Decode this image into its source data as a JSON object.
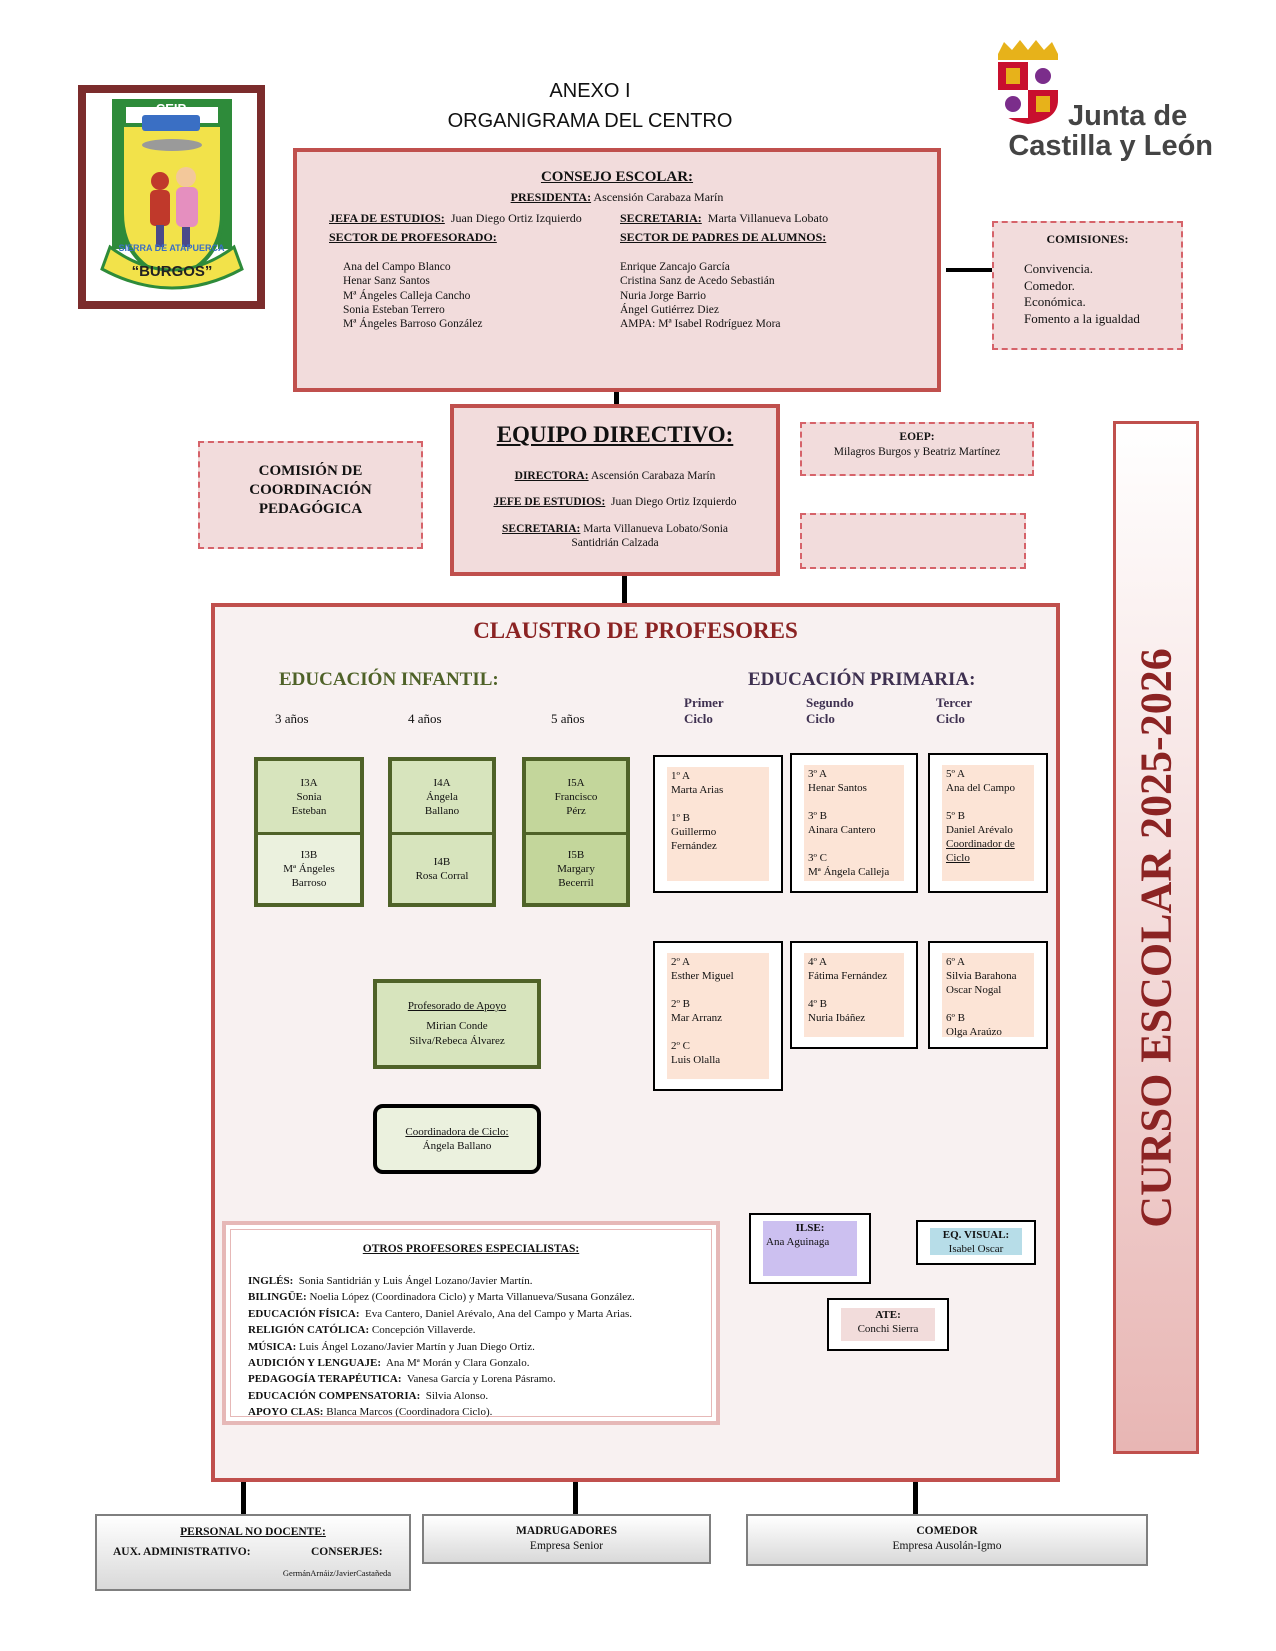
{
  "header": {
    "title_line1": "ANEXO I",
    "title_line2": "ORGANIGRAMA DEL CENTRO"
  },
  "logo_school": {
    "top": "CEIP",
    "arc": "SIERRA DE ATAPUERCA",
    "city": "“BURGOS”"
  },
  "logo_junta": {
    "line1": "Junta de",
    "line2": "Castilla y León"
  },
  "consejo": {
    "title": "CONSEJO ESCOLAR:",
    "presidenta_label": "PRESIDENTA:",
    "presidenta": "Ascensión Carabaza Marín",
    "jefa_label": "JEFA DE ESTUDIOS:",
    "jefa": "Juan Diego Ortiz Izquierdo",
    "secretaria_label": "SECRETARIA:",
    "secretaria": "Marta Villanueva Lobato",
    "prof_label": "SECTOR DE PROFESORADO:",
    "padres_label": "SECTOR DE PADRES DE ALUMNOS:",
    "profesorado": [
      "Ana del Campo Blanco",
      "Henar Sanz Santos",
      "Mª Ángeles Calleja Cancho",
      "Sonia Esteban Terrero",
      "Mª Ángeles Barroso González"
    ],
    "padres": [
      "Enrique Zancajo García",
      "Cristina Sanz de Acedo Sebastián",
      "Nuria Jorge Barrio",
      "Ángel Gutiérrez Diez",
      "AMPA: Mª Isabel Rodríguez Mora"
    ]
  },
  "comisiones": {
    "title": "COMISIONES:",
    "items": [
      "Convivencia.",
      "Comedor.",
      "Económica.",
      "Fomento a la igualdad"
    ]
  },
  "ccp": {
    "line1": "COMISIÓN DE",
    "line2": "COORDINACIÓN",
    "line3": "PEDAGÓGICA"
  },
  "equipo": {
    "title": "EQUIPO DIRECTIVO:",
    "directora_label": "DIRECTORA:",
    "directora": "Ascensión Carabaza Marín",
    "jefe_label": "JEFE DE ESTUDIOS:",
    "jefe": "Juan Diego Ortiz Izquierdo",
    "secretaria_label": "SECRETARIA:",
    "secretaria_line1": "Marta Villanueva Lobato/Sonia",
    "secretaria_line2": "Santidrián Calzada"
  },
  "eoep": {
    "title": "EOEP:",
    "names": "Milagros Burgos y Beatriz Martínez"
  },
  "side_banner": "CURSO ESCOLAR 2025-2026",
  "claustro": {
    "title": "CLAUSTRO DE PROFESORES",
    "infantil_title": "EDUCACIÓN INFANTIL:",
    "primaria_title": "EDUCACIÓN PRIMARIA:",
    "age_labels": [
      "3 años",
      "4 años",
      "5 años"
    ],
    "ciclos": [
      {
        "line1": "Primer",
        "line2": "Ciclo"
      },
      {
        "line1": "Segundo",
        "line2": "Ciclo"
      },
      {
        "line1": "Tercer",
        "line2": "Ciclo"
      }
    ],
    "infantil": [
      {
        "top": [
          "I3A",
          "Sonia",
          "Esteban"
        ],
        "bottom": [
          "I3B",
          "Mª Ángeles",
          "Barroso"
        ]
      },
      {
        "top": [
          "I4A",
          "Ángela",
          "Ballano"
        ],
        "bottom": [
          "I4B",
          "Rosa Corral"
        ]
      },
      {
        "top": [
          "I5A",
          "Francisco",
          "Pérz"
        ],
        "bottom": [
          "I5B",
          "Margary",
          "Becerril"
        ]
      }
    ],
    "apoyo": {
      "title": "Profesorado de Apoyo",
      "line1": "Mirian Conde",
      "line2": "Silva/Rebeca Álvarez"
    },
    "coord_infantil": {
      "title": "Coordinadora de Ciclo:",
      "name": "Ángela Ballano"
    },
    "primaria": {
      "c1a": [
        [
          "1º A",
          "Marta Arias"
        ],
        [
          "1º B",
          "Guillermo",
          "Fernández"
        ]
      ],
      "c2a": [
        [
          "3º A",
          "Henar Santos"
        ],
        [
          "3º B",
          "Ainara Cantero"
        ],
        [
          "3º C",
          "Mª Ángela Calleja"
        ]
      ],
      "c3a": [
        [
          "5º A",
          "Ana del Campo"
        ],
        [
          "5º B",
          "Daniel Arévalo"
        ]
      ],
      "c3a_coord": [
        "Coordinador de",
        "Ciclo"
      ],
      "c1b": [
        [
          "2º A",
          "Esther Miguel"
        ],
        [
          "2º B",
          "Mar Arranz"
        ],
        [
          "2º C",
          "Luis Olalla"
        ]
      ],
      "c2b": [
        [
          "4º A",
          "Fátima Fernández"
        ],
        [
          "4º B",
          "Nuria Ibáñez"
        ]
      ],
      "c3b": [
        [
          "6º A",
          "Silvia Barahona",
          "Oscar Nogal"
        ],
        [
          "6º B",
          "Olga Araúzo"
        ]
      ]
    },
    "especialistas": {
      "title": "OTROS PROFESORES ESPECIALISTAS:",
      "rows": [
        {
          "label": "INGLÉS:",
          "text": "Sonia Santidrián y Luis Ángel Lozano/Javier Martín."
        },
        {
          "label": "BILINGÜE:",
          "text": "Noelia López (Coordinadora Ciclo) y Marta Villanueva/Susana González."
        },
        {
          "label": "EDUCACIÓN FÍSICA:",
          "text": "Eva Cantero, Daniel Arévalo, Ana del Campo y Marta Arias."
        },
        {
          "label": "RELIGIÓN CATÓLICA:",
          "text": "Concepción Villaverde."
        },
        {
          "label": "MÚSICA:",
          "text": "Luis Ángel Lozano/Javier Martín y Juan Diego Ortiz."
        },
        {
          "label": "AUDICIÓN  Y LENGUAJE:",
          "text": "Ana Mª Morán y Clara Gonzalo."
        },
        {
          "label": "PEDAGOGÍA TERAPÉUTICA:",
          "text": "Vanesa García y Lorena Pásramo."
        },
        {
          "label": "EDUCACIÓN COMPENSATORIA:",
          "text": "Silvia Alonso."
        },
        {
          "label": "APOYO CLAS:",
          "text": "Blanca Marcos (Coordinadora Ciclo)."
        }
      ]
    },
    "ilse": {
      "title": "ILSE:",
      "name": "Ana Aguinaga"
    },
    "eqvisual": {
      "title": "EQ. VISUAL:",
      "name": "Isabel Oscar"
    },
    "ate": {
      "title": "ATE:",
      "name": "Conchi Sierra"
    }
  },
  "bottom": {
    "no_docente": {
      "title": "PERSONAL NO DOCENTE:",
      "aux": "AUX. ADMINISTRATIVO:",
      "conserjes": "CONSERJES:",
      "names": "GermánArnáiz/JavierCastañeda"
    },
    "madrugadores": {
      "title": "MADRUGADORES",
      "sub": "Empresa Senior"
    },
    "comedor": {
      "title": "COMEDOR",
      "sub": "Empresa Ausolán-Igmo"
    }
  },
  "colors": {
    "accent": "#c0504d",
    "pink": "#f2dcdc",
    "green": "#4f6228",
    "green_fill": "#d7e4bd",
    "peach": "#fce4d6",
    "claustro_title": "#8b2323",
    "primaria_title": "#3f3151"
  }
}
